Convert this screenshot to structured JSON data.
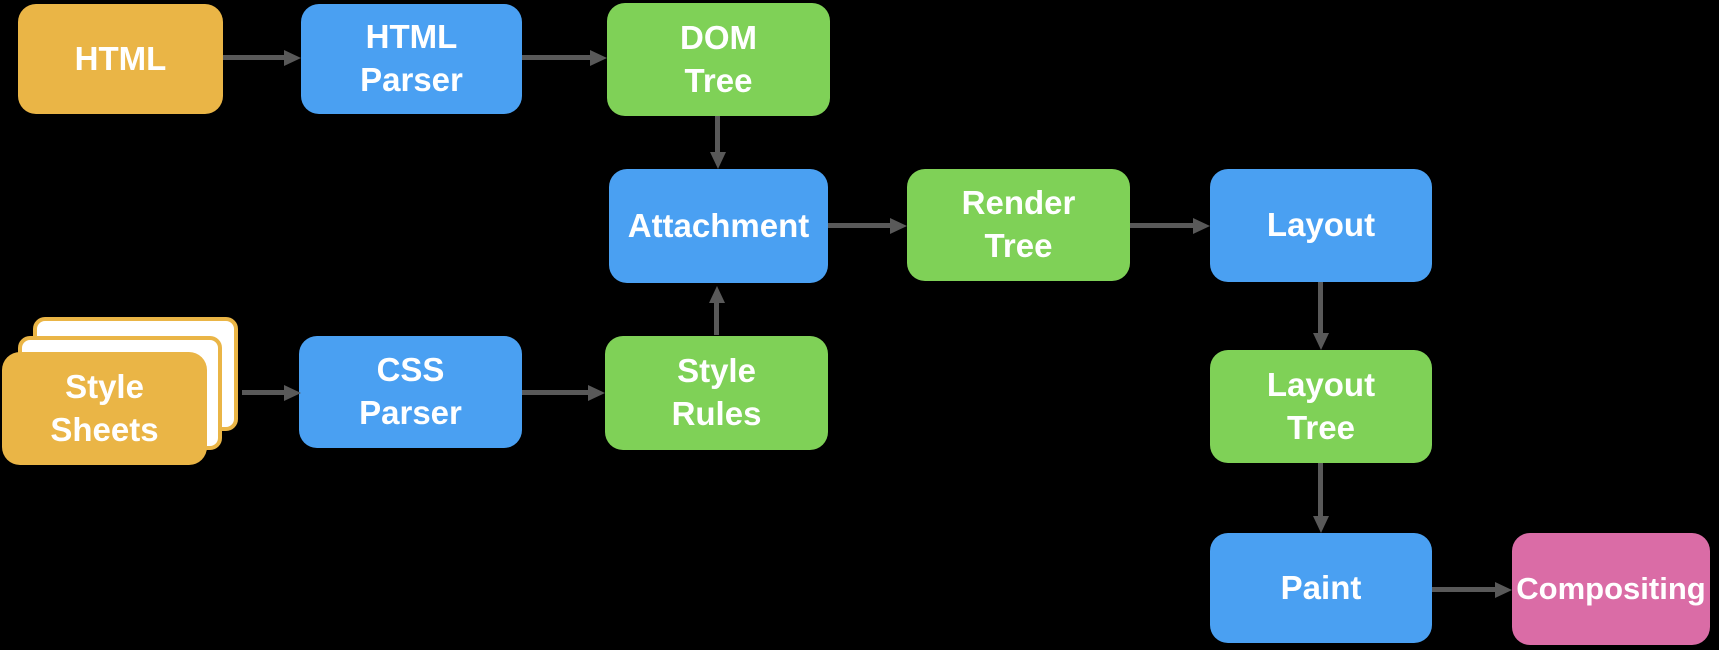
{
  "diagram": {
    "description": "Browser rendering pipeline flowchart",
    "colors": {
      "bg": "#000000",
      "orange": "#EAB546",
      "blue": "#4AA0F2",
      "green": "#7FD157",
      "pink": "#DA6CA6",
      "arrow": "#595959",
      "sheet": "#FFFFFF",
      "text": "#FFFFFF"
    },
    "nodes": {
      "html_source": {
        "label": "HTML",
        "color": "orange"
      },
      "html_parser": {
        "label": "HTML\nParser",
        "color": "blue"
      },
      "dom_tree": {
        "label": "DOM\nTree",
        "color": "green"
      },
      "attachment": {
        "label": "Attachment",
        "color": "blue"
      },
      "render_tree": {
        "label": "Render\nTree",
        "color": "green"
      },
      "layout": {
        "label": "Layout",
        "color": "blue"
      },
      "style_sheets": {
        "label": "Style\nSheets",
        "color": "orange"
      },
      "css_parser": {
        "label": "CSS\nParser",
        "color": "blue"
      },
      "style_rules": {
        "label": "Style\nRules",
        "color": "green"
      },
      "layout_tree": {
        "label": "Layout\nTree",
        "color": "green"
      },
      "paint": {
        "label": "Paint",
        "color": "blue"
      },
      "compositing": {
        "label": "Compositing",
        "color": "pink"
      }
    },
    "edges": [
      {
        "from": "html_source",
        "to": "html_parser"
      },
      {
        "from": "html_parser",
        "to": "dom_tree"
      },
      {
        "from": "dom_tree",
        "to": "attachment"
      },
      {
        "from": "style_sheets",
        "to": "css_parser"
      },
      {
        "from": "css_parser",
        "to": "style_rules"
      },
      {
        "from": "style_rules",
        "to": "attachment"
      },
      {
        "from": "attachment",
        "to": "render_tree"
      },
      {
        "from": "render_tree",
        "to": "layout"
      },
      {
        "from": "layout",
        "to": "layout_tree"
      },
      {
        "from": "layout_tree",
        "to": "paint"
      },
      {
        "from": "paint",
        "to": "compositing"
      }
    ]
  }
}
